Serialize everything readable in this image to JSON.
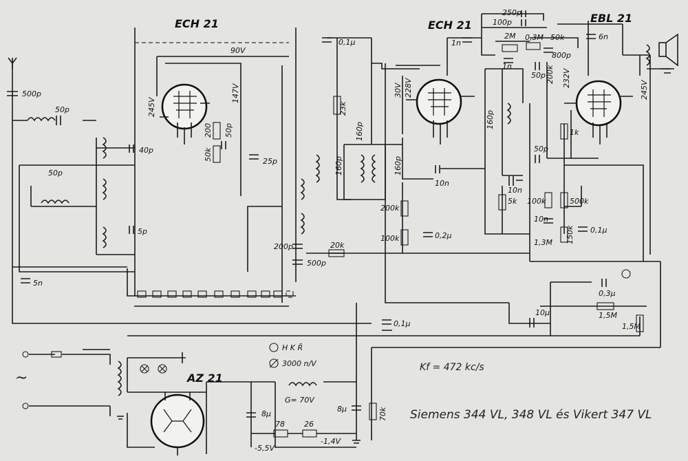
{
  "tubes": {
    "ech21_a": "ECH 21",
    "ech21_b": "ECH 21",
    "ebl21": "EBL 21",
    "az21": "AZ 21"
  },
  "voltages": {
    "v90": "90V",
    "v245a": "245V",
    "v147": "147V",
    "v30": "30V",
    "v228": "228V",
    "v232": "232V",
    "v245b": "245V",
    "g70": "G= 70V",
    "m55": "-5,5V",
    "m14": "-1,4V"
  },
  "components": {
    "c500p_ant": "500p",
    "c50p_a": "50p",
    "c50p_b": "50p",
    "c40p": "40p",
    "c5p": "5p",
    "c5n": "5n",
    "r200": "200",
    "c50p_c": "50p",
    "r50k": "50k",
    "c25p": "25p",
    "c01u_a": "0,1µ",
    "r23k": "23k",
    "c160p_a": "160p",
    "c160p_b": "160p",
    "c160p_c": "160p",
    "c160p_d": "160p",
    "c200p": "200p",
    "c500p_b": "500p",
    "r20k": "20k",
    "c1n_a": "1n",
    "c250p": "250p",
    "c100p": "100p",
    "r2M": "2M",
    "c1n_b": "1n",
    "r03M": "0,3M",
    "r50k_b": "50k",
    "c800p": "800p",
    "c50p_d": "50p",
    "r200k_a": "200k",
    "c6n": "6n",
    "r1k": "1k",
    "c50p_e": "50p",
    "c10n_a": "10n",
    "c10n_b": "10n",
    "r5k": "5k",
    "r100k_a": "100k",
    "r500k": "500k",
    "r200k_b": "200k",
    "r100k_b": "100k",
    "c02u": "0,2µ",
    "c10n_c": "10n",
    "r13M": "1,3M",
    "r150k": "150k",
    "c01u_b": "0,1µ",
    "c03u": "0,3µ",
    "r15M_a": "1,5M",
    "r15M_b": "1,5M",
    "c10u": "10µ",
    "c01u_c": "0,1µ",
    "c8u_a": "8µ",
    "c8u_b": "8µ",
    "r70k": "70k",
    "r78": "78",
    "r26": "26"
  },
  "legend": {
    "hkr": "H K R̄",
    "speed": "3000 n/V",
    "kf": "Kf = 472 kc/s",
    "tilde": "~"
  },
  "caption": "Siemens 344 VL, 348 VL és Vikert 347 VL"
}
